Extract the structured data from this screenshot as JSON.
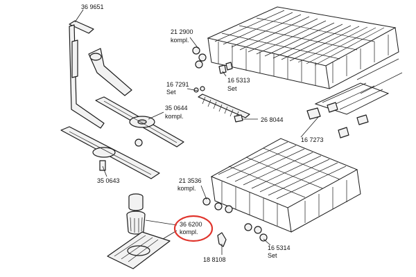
{
  "labels": {
    "l1": "36 9651",
    "l2": "21 2900",
    "l2b": "kompl.",
    "l3": "16 5313",
    "l3b": "Set",
    "l4": "16 7291",
    "l4b": "Set",
    "l5": "35 0644",
    "l5b": "kompl.",
    "l6": "26 8044",
    "l7": "16 7273",
    "l8": "35 0643",
    "l9": "21 3536",
    "l9b": "kompl.",
    "l10": "36 6200",
    "l10b": "kompl.",
    "l11": "16 5314",
    "l11b": "Set",
    "l12": "18 8108"
  },
  "highlight_color": "#e0342c"
}
